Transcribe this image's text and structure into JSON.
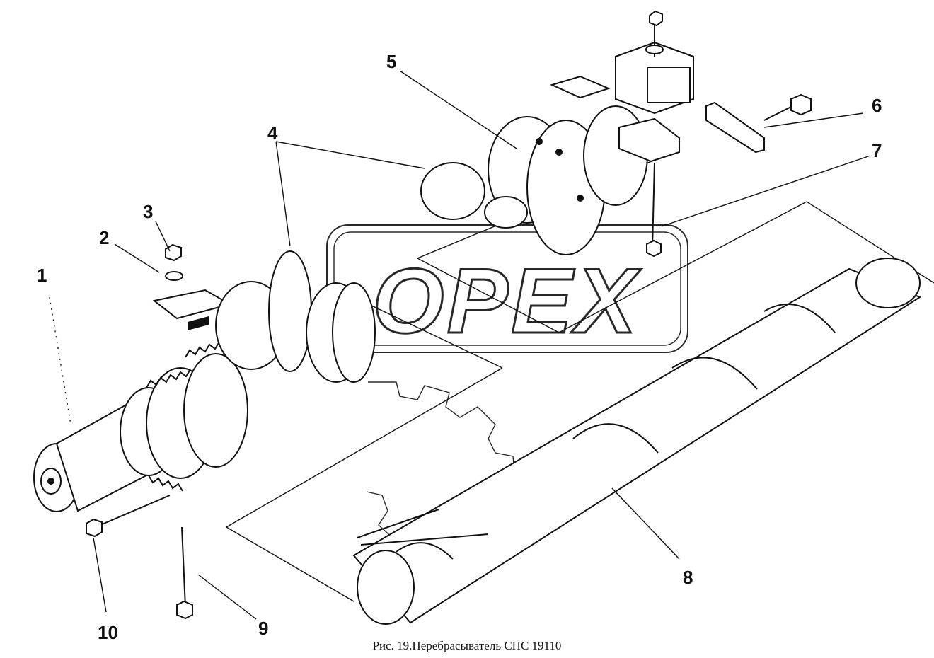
{
  "figure": {
    "caption": "Рис. 19.Перебрасыватель СПС 19110",
    "watermark": "OPEX"
  },
  "callouts": [
    {
      "id": "1",
      "label": "1"
    },
    {
      "id": "2",
      "label": "2"
    },
    {
      "id": "3",
      "label": "3"
    },
    {
      "id": "4",
      "label": "4"
    },
    {
      "id": "5",
      "label": "5"
    },
    {
      "id": "6",
      "label": "6"
    },
    {
      "id": "7",
      "label": "7"
    },
    {
      "id": "8",
      "label": "8"
    },
    {
      "id": "9",
      "label": "9"
    },
    {
      "id": "10",
      "label": "10"
    }
  ]
}
